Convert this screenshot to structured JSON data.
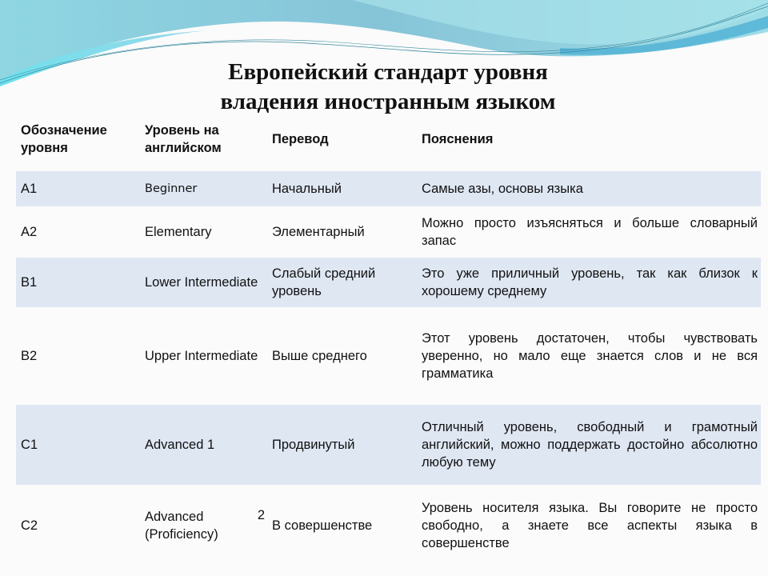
{
  "slide": {
    "title_line1": "Европейский стандарт  уровня",
    "title_line2": "владения иностранным языком",
    "colors": {
      "wave_light": "#9fdde6",
      "wave_mid": "#7cc3d8",
      "wave_dark": "#4fb0d4",
      "row_band": "#dfe7f3",
      "text": "#111111"
    }
  },
  "table": {
    "headers": {
      "level": "Обозначение уровня",
      "english": "Уровень на английском",
      "translation": "Перевод",
      "notes": "Пояснения"
    },
    "rows": [
      {
        "level": "A1",
        "english": "Beginner",
        "translation": "Начальный",
        "notes": "Самые азы, основы языка"
      },
      {
        "level": "A2",
        "english": "Elementary",
        "translation": "Элементарный",
        "notes": "Можно просто изъясняться и больше словарный запас"
      },
      {
        "level": "B1",
        "english": "Lower Intermediate",
        "translation": "Слабый средний уровень",
        "notes": "Это уже приличный уровень, так как близок к хорошему среднему"
      },
      {
        "level": "B2",
        "english": "Upper Intermediate",
        "translation": "Выше среднего",
        "notes": "Этот уровень достаточен, чтобы чувствовать уверенно, но мало еще знается слов и не вся грамматика"
      },
      {
        "level": "C1",
        "english": "Advanced 1",
        "translation": "Продвинутый",
        "notes": "Отличный уровень, свободный и грамотный английский, можно поддержать достойно абсолютно любую тему"
      },
      {
        "level": "C2",
        "english": "Advanced",
        "english_suffix": "2",
        "english_line2": "(Proficiency)",
        "translation": "В совершенстве",
        "notes": "Уровень носителя языка. Вы говорите не просто свободно, а знаете все аспекты языка в совершенстве"
      }
    ]
  }
}
